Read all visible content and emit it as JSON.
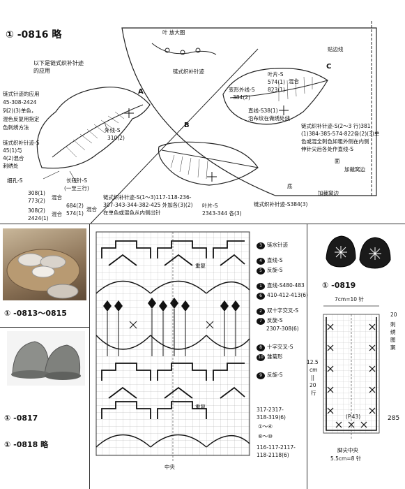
{
  "headings": {
    "h0816": "① -0816 略",
    "h0813": "① -0813～0815",
    "h0817": "① -0817",
    "h0818": "① -0818 略",
    "h0819": "① -0819"
  },
  "page_number": "285",
  "leaf_panel": {
    "enlarge_label": "叶  放大图",
    "chain_stitch_label": "链式织补针迹",
    "intro": [
      "以下是链式织补针迹",
      "的应用"
    ],
    "left_notes": [
      "链式针迹的应用",
      "45-308-2424",
      "列2)(3)单色，",
      "混色反复用指定",
      "色刺绣方法"
    ],
    "left_notes2": [
      "链式织补针迹-S",
      "45(1)与",
      "4(2)混合",
      "刺绣处"
    ],
    "fine_stitch": "细孔-S",
    "long_short": "长短针-S",
    "one_of_three": "(一至三行)",
    "outline_s": "外线-S",
    "outline_num": "310(2)",
    "nums_a": [
      "308(1)",
      "773(2)"
    ],
    "nums_b": [
      "308(2)",
      "2424(1)"
    ],
    "mix": "混合",
    "nums_c": [
      "684(2)",
      "574(1)"
    ],
    "label_a": "A",
    "label_b": "B",
    "label_c": "C",
    "bottom_note1": "链式织补针迹-S(1～3)117-118-236-",
    "bottom_note2": "307-343-344-382-425 外加各(3)(2)",
    "bottom_note3": "在单色或混色从内侧出针",
    "leaf_s": "叶片-S",
    "leaf_s_num": "2343-344 各(3)",
    "chain_s384": "链式织补针迹-S384(3)",
    "bottom_label": "底",
    "bottom_margin": "加裁窝边",
    "edge_line": "贴边线",
    "c_leaf": "叶片-S",
    "c_leaf_nums": [
      "574(1)",
      "823(1)"
    ],
    "c_mix": "混合",
    "c_variant": "变形外线-S",
    "c_variant_num": "384(2)",
    "c_straight": "直线-S38(1)",
    "c_straight2": "沿布纹在做绣处线",
    "c_right1": "链式织补针迹-S(2～3 行)381",
    "c_right2": "(1)384-385-574-822各(2)(3)单",
    "c_right3": "色或混全刺色如粗外侧在内侧",
    "c_right4": "伸针尖后各处作直线-S",
    "c_face": "面",
    "c_face2": "加裁窝边"
  },
  "chart_legend": [
    {
      "num": "3",
      "text": "链水针迹"
    },
    {
      "num": "4",
      "text": "直线-S"
    },
    {
      "num": "5",
      "text": "反旋-S"
    },
    {
      "num": "1",
      "text": "直线-S480-483"
    },
    {
      "num": "6",
      "text": "410-412-413(6)"
    },
    {
      "num": "2",
      "text": "双十字交叉-S"
    },
    {
      "num": "7",
      "text": "反旋-S"
    },
    {
      "num": "",
      "text": "2307-308(6)"
    },
    {
      "num": "8",
      "text": "十字交叉-S"
    },
    {
      "num": "10",
      "text": "雏菊形"
    },
    {
      "num": "9",
      "text": "反旋-S"
    }
  ],
  "chart_notes": {
    "repeat_top": "重复",
    "repeat_bottom": "重复",
    "center": "中央",
    "range1": "317-2317-",
    "range1b": "318-319(6)",
    "r14": "①～④",
    "r810": "⑧～⑩",
    "range2": "116-117-2117-",
    "range2b": "118-2118(6)"
  },
  "slipper_panel": {
    "width_label": "7cm=10 针",
    "height_label": [
      "12.5",
      "cm",
      "||",
      "20",
      "行"
    ],
    "count20": "20",
    "embroider_label": [
      "刺",
      "绣",
      "图",
      "案"
    ],
    "ref": "(P.43)",
    "toe_center": "脚尖中央",
    "toe_size": "5.5cm=8 针"
  }
}
